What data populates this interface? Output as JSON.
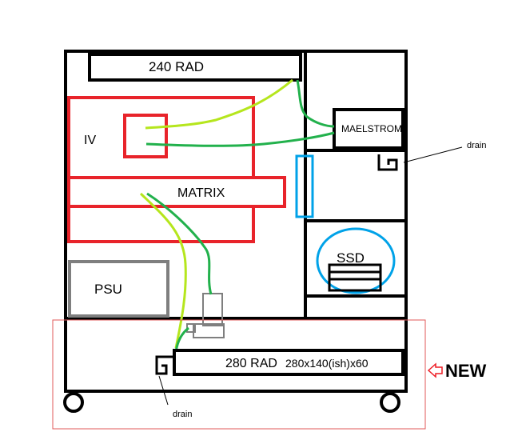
{
  "labels": {
    "rad240": "240 RAD",
    "iv": "IV",
    "matrix": "MATRIX",
    "maelstrom": "MAELSTROM",
    "drain_top": "drain",
    "ssd": "SSD",
    "psu": "PSU",
    "rad280": "280 RAD",
    "rad280_dims": "280x140(ish)x60",
    "drain_bottom": "drain",
    "new": "NEW"
  },
  "colors": {
    "outline": "#000000",
    "red_box": "#e8232a",
    "light_green": "#b5e61d",
    "dark_green": "#22b14c",
    "blue": "#00a2e8",
    "gray": "#7f7f7f",
    "new_red": "#ed1c24",
    "new_box": "#e05a5a"
  }
}
